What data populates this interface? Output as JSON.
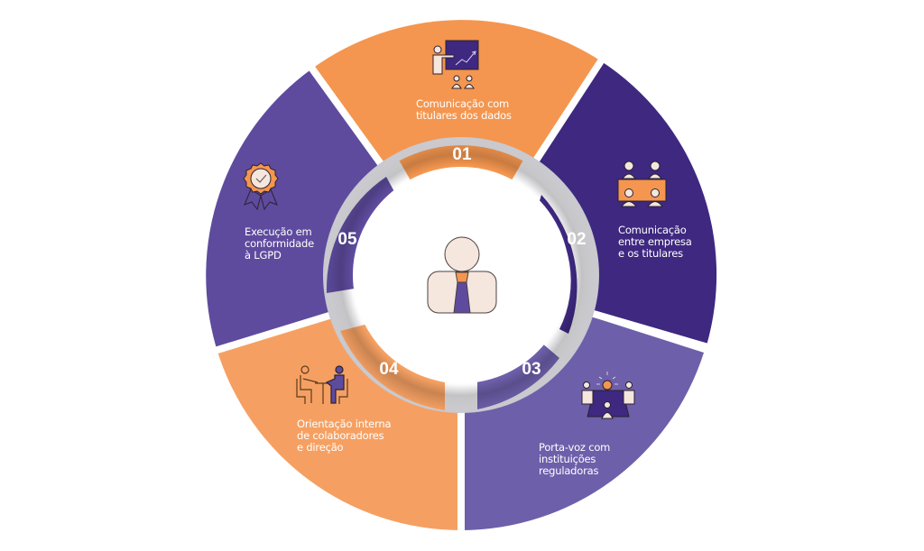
{
  "diagram": {
    "center_icon": "person-with-tie-icon",
    "colors": {
      "orange": "#F4964F",
      "orange_light": "#F5A062",
      "purple_dark": "#3E2880",
      "purple_mid": "#5E4B9E",
      "purple_light": "#6E5FAA",
      "skin": "#F5E6DE",
      "background": "#FFFFFF"
    },
    "segments": [
      {
        "number": "01",
        "label": "Comunicação com\ntitulares dos dados",
        "icon": "presentation-board-icon",
        "color": "#F4964F"
      },
      {
        "number": "02",
        "label": "Comunicação\nentre empresa\ne os titulares",
        "icon": "meeting-table-icon",
        "color": "#3E2880"
      },
      {
        "number": "03",
        "label": "Porta-voz com\ninstituições\nreguladoras",
        "icon": "idea-meeting-icon",
        "color": "#6E5FAA"
      },
      {
        "number": "04",
        "label": "Orientação interna\nde colaboradores\ne direção",
        "icon": "two-people-talking-icon",
        "color": "#F5A062"
      },
      {
        "number": "05",
        "label": "Execução em\nconformidade\nà LGPD",
        "icon": "award-badge-icon",
        "color": "#5E4B9E"
      }
    ]
  }
}
